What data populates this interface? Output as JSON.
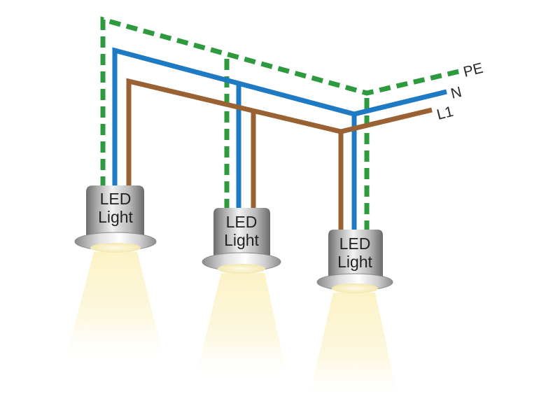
{
  "colors": {
    "pe": "#2e9a3e",
    "n": "#1f7ac4",
    "l1": "#9a6232",
    "light_beam": "#fbf5d2"
  },
  "terminals": {
    "pe": "PE",
    "n": "N",
    "l1": "L1"
  },
  "lights": [
    {
      "line1": "LED",
      "line2": "Light"
    },
    {
      "line1": "LED",
      "line2": "Light"
    },
    {
      "line1": "LED",
      "line2": "Light"
    }
  ]
}
